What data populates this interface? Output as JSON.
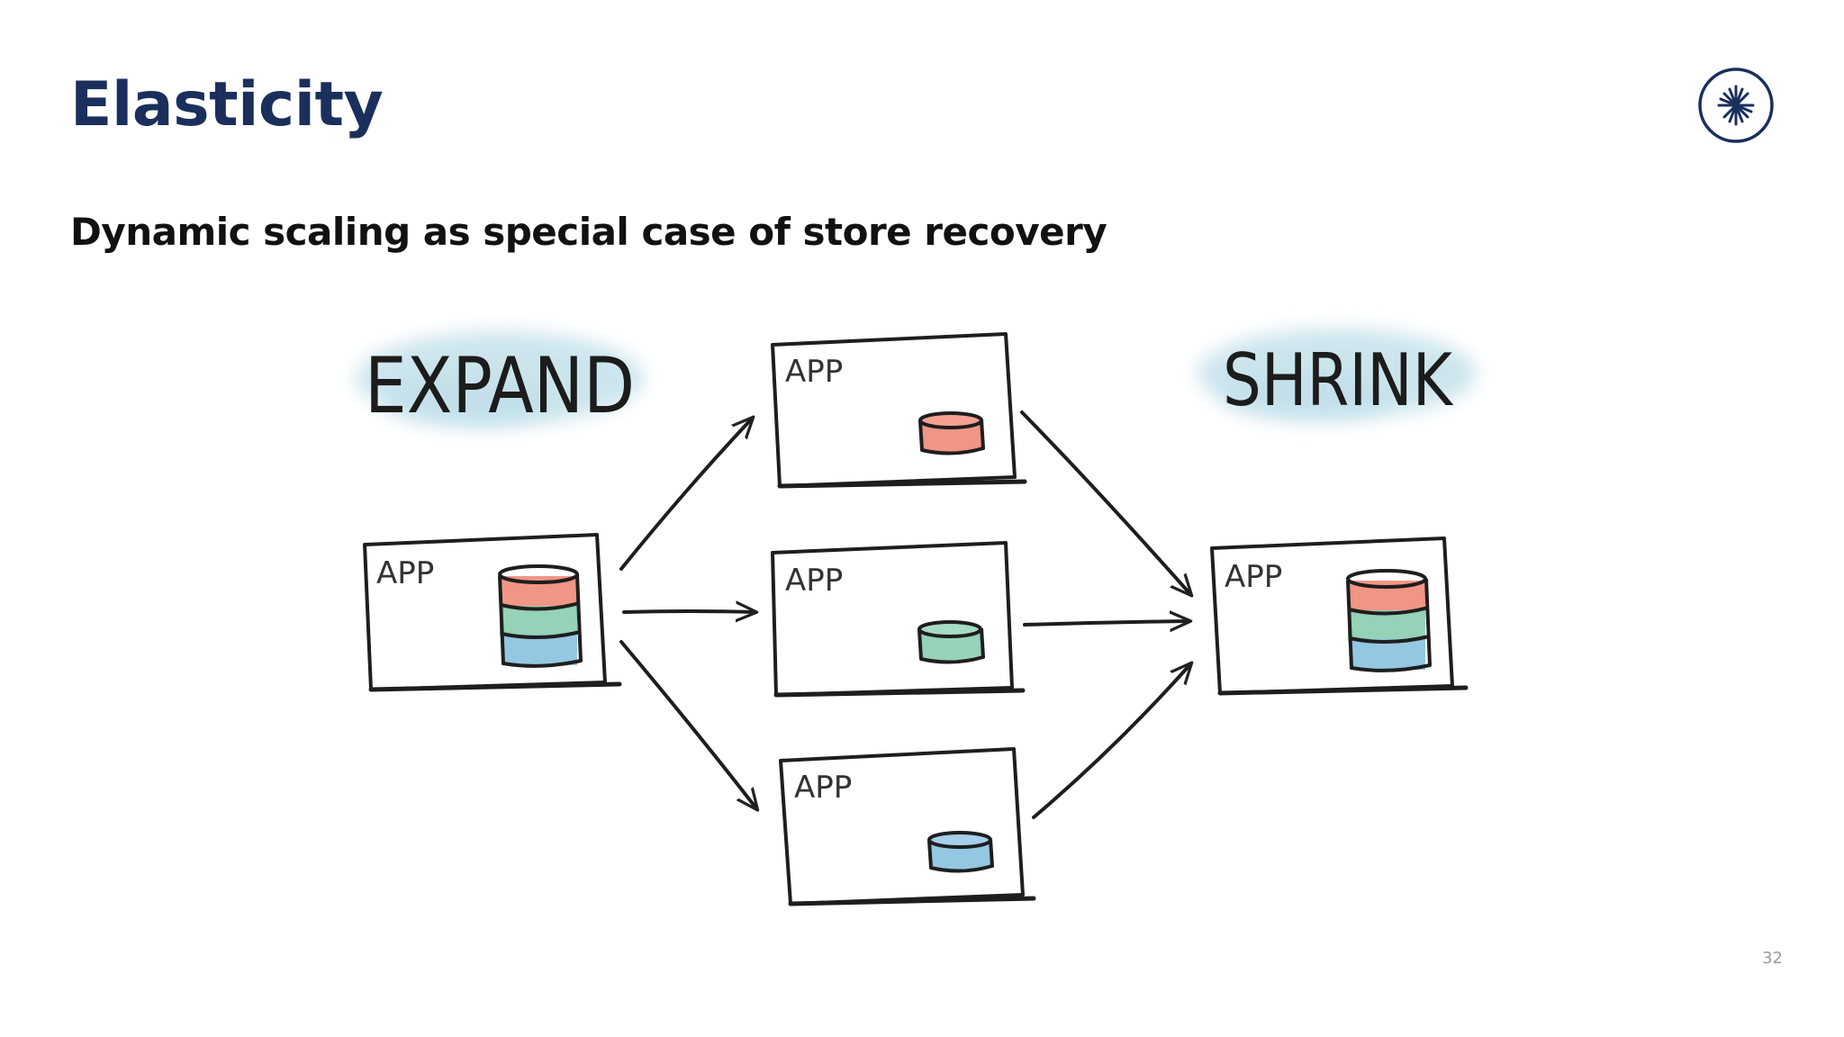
{
  "slide": {
    "title": "Elasticity",
    "subtitle": "Dynamic scaling as special case of store recovery",
    "page_number": "32"
  },
  "logo": {
    "icon": "starburst-icon",
    "color": "#1a2f5c"
  },
  "diagram": {
    "labels": {
      "expand": "EXPAND",
      "shrink": "SHRINK"
    },
    "app_label": "APP",
    "cloud_color": "#bcdde8",
    "store_colors": {
      "red": "#f08a78",
      "green": "#8fd0b4",
      "blue": "#8ec4e0"
    },
    "apps": [
      {
        "id": "source",
        "label": "APP",
        "partitions": [
          "red",
          "green",
          "blue"
        ]
      },
      {
        "id": "middle-top",
        "label": "APP",
        "partitions": [
          "red"
        ]
      },
      {
        "id": "middle-center",
        "label": "APP",
        "partitions": [
          "green"
        ]
      },
      {
        "id": "middle-bottom",
        "label": "APP",
        "partitions": [
          "blue"
        ]
      },
      {
        "id": "target",
        "label": "APP",
        "partitions": [
          "red",
          "green",
          "blue"
        ]
      }
    ]
  }
}
